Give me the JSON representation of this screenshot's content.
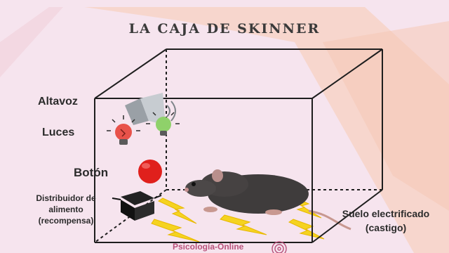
{
  "title": "LA CAJA DE SKINNER",
  "labels": {
    "speaker": "Altavoz",
    "lights": "Luces",
    "button": "Botón",
    "food_line1": "Distribuidor de",
    "food_line2": "alimento",
    "food_line3": "(recompensa)",
    "floor_line1": "Suelo electrificado",
    "floor_line2": "(castigo)"
  },
  "footer": {
    "brand": "Psicología-Online"
  },
  "colors": {
    "background": "#f6e4ee",
    "accent_peach": "#f8c9b0",
    "bulb_red": "#e8524a",
    "bulb_green": "#8fd16a",
    "button_red": "#e0201c",
    "bolt_yellow": "#f5d320",
    "brand": "#b8527b"
  },
  "icons": [
    "speaker-icon",
    "red-bulb-icon",
    "green-bulb-icon",
    "red-button-icon",
    "food-box-icon",
    "lightning-icon",
    "rat-icon",
    "fingerprint-icon"
  ]
}
